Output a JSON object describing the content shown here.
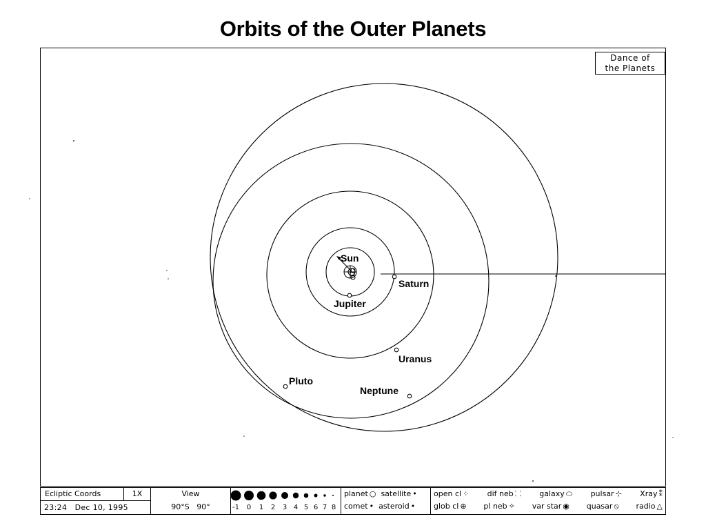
{
  "title": "Orbits of the Outer Planets",
  "app_badge": {
    "line1": "Dance of",
    "line2": "the Planets"
  },
  "diagram": {
    "center_label": "Sun",
    "planets": [
      {
        "name": "Jupiter"
      },
      {
        "name": "Saturn"
      },
      {
        "name": "Uranus"
      },
      {
        "name": "Neptune"
      },
      {
        "name": "Pluto"
      }
    ]
  },
  "status_bar": {
    "coord_system": "Ecliptic Coords",
    "zoom": "1X",
    "datetime": "23:24   Dec 10, 1995",
    "view_label": "View",
    "view_value": "90°S   90°",
    "magnitudes": [
      "-1",
      "0",
      "1",
      "2",
      "3",
      "4",
      "5",
      "6",
      "7",
      "8"
    ],
    "legend_col1": {
      "planet": "planet",
      "satellite": "satellite",
      "comet": "comet",
      "asteroid": "asteroid"
    },
    "legend_col2": {
      "open_cl": "open cl",
      "dif_neb": "dif neb",
      "galaxy": "galaxy",
      "pulsar": "pulsar",
      "xray": "Xray",
      "glob_cl": "glob cl",
      "pl_neb": "pl neb",
      "var_star": "var star",
      "quasar": "quasar",
      "radio": "radio"
    },
    "symbols": {
      "planet": "○",
      "satellite": "•",
      "comet": "•",
      "asteroid": "•",
      "open_cl": "⁘",
      "dif_neb": "⸬",
      "galaxy": "⬭",
      "pulsar": "⊹",
      "xray": "⁑",
      "glob_cl": "⊕",
      "pl_neb": "✧",
      "var_star": "◉",
      "quasar": "⦸",
      "radio": "△"
    }
  }
}
